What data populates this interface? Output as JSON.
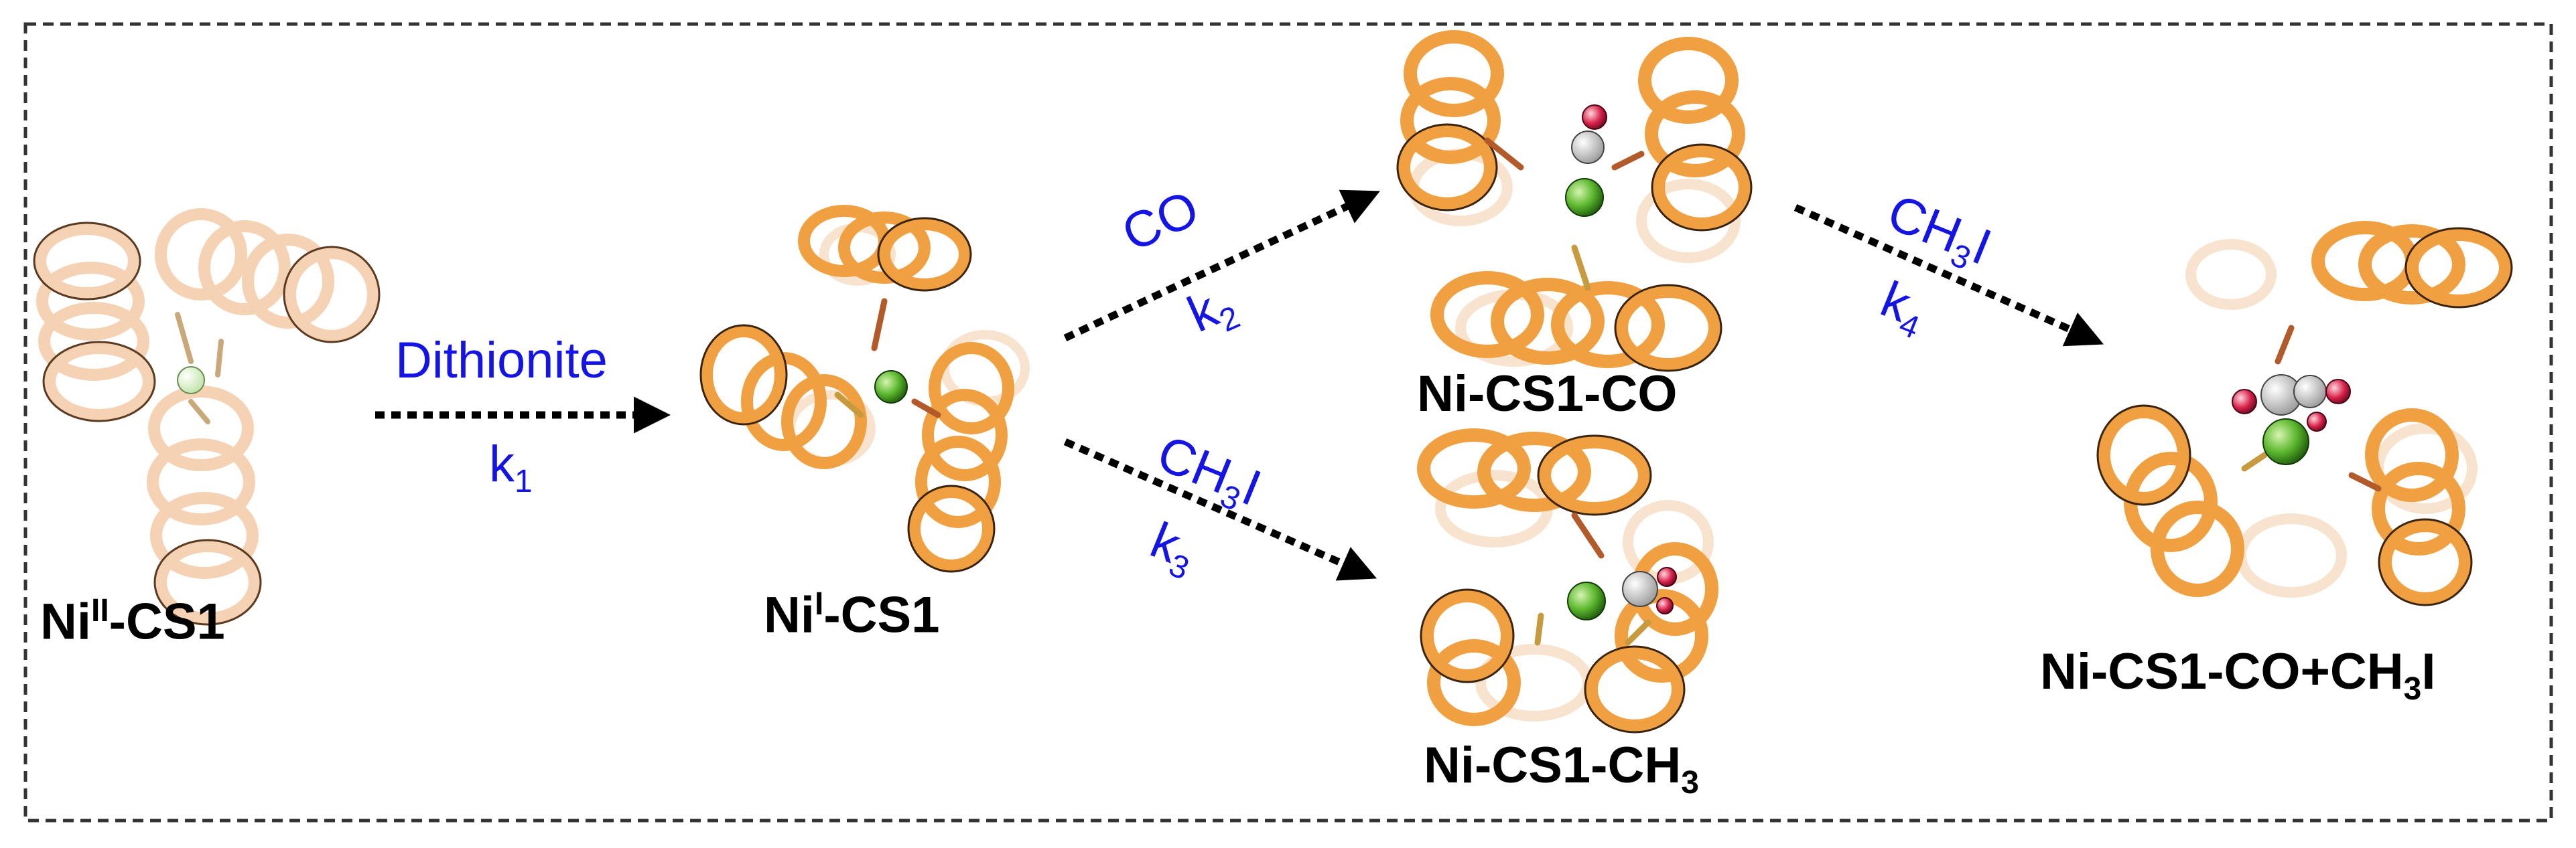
{
  "species": {
    "ni2": {
      "prefix": "Ni",
      "sup": "II",
      "suffix": "-CS1"
    },
    "ni1": {
      "prefix": "Ni",
      "sup": "I",
      "suffix": "-CS1"
    },
    "ni_co": {
      "text": "Ni-CS1-CO"
    },
    "ni_ch3": {
      "prefix": "Ni-CS1-CH",
      "sub": "3"
    },
    "ni_co_ch3i": {
      "prefix": "Ni-CS1-CO+CH",
      "sub": "3",
      "suffix": "I"
    }
  },
  "reactions": {
    "r1": {
      "reagent": "Dithionite",
      "k": "k",
      "k_sub": "1"
    },
    "r2": {
      "reagent": "CO",
      "k": "k",
      "k_sub": "2"
    },
    "r3": {
      "reagent_pre": "CH",
      "reagent_sub": "3",
      "reagent_post": "I",
      "k": "k",
      "k_sub": "3"
    },
    "r4": {
      "reagent_pre": "CH",
      "reagent_sub": "3",
      "reagent_post": "I",
      "k": "k",
      "k_sub": "4"
    }
  },
  "colors": {
    "reagent_text": "#1414e6",
    "helix_orange": "#f0a040",
    "helix_pale": "#f6d2b4",
    "nickel": "#5cb82e",
    "oxygen": "#d8204a",
    "carbon": "#e8e8e8",
    "frame": "#333333"
  }
}
